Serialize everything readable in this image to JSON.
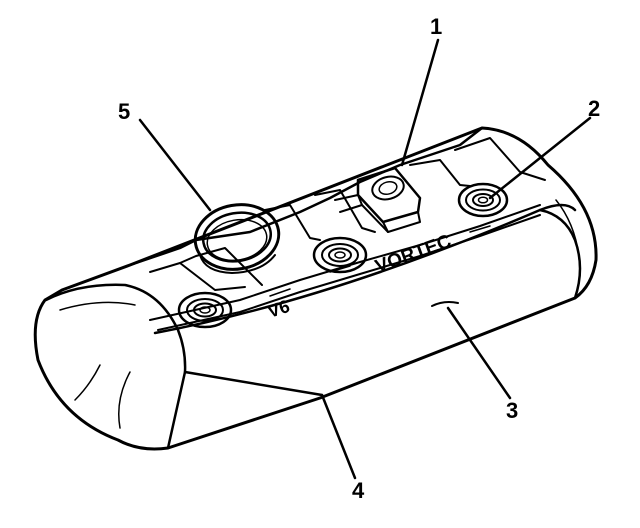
{
  "diagram": {
    "callouts": [
      {
        "id": "1",
        "label": "1"
      },
      {
        "id": "2",
        "label": "2"
      },
      {
        "id": "3",
        "label": "3"
      },
      {
        "id": "4",
        "label": "4"
      },
      {
        "id": "5",
        "label": "5"
      }
    ],
    "cast_markings": {
      "left": "V6",
      "right": "VORTEC"
    },
    "colors": {
      "ink": "#000000",
      "paper": "#ffffff"
    }
  }
}
